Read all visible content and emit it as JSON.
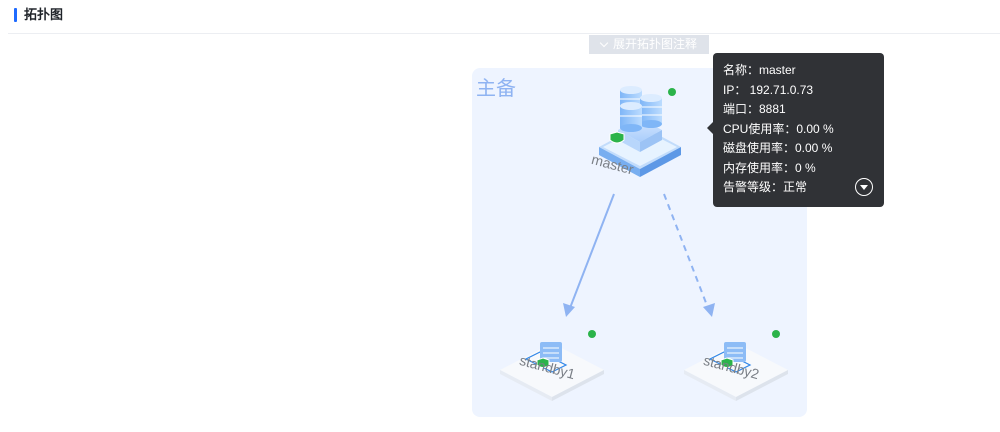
{
  "header": {
    "title": "拓扑图"
  },
  "toolbar": {
    "expand_label": "展开拓扑图注释"
  },
  "group": {
    "label": "主备"
  },
  "nodes": {
    "master": {
      "label": "master",
      "status_color": "#2bb34a"
    },
    "standby1": {
      "label": "standby1",
      "status_color": "#2bb34a"
    },
    "standby2": {
      "label": "standby2",
      "status_color": "#2bb34a"
    }
  },
  "tooltip": {
    "rows": [
      "名称：master",
      "IP： 192.71.0.73",
      "端口：8881",
      "CPU使用率：0.00 %",
      "磁盘使用率：0.00 %",
      "内存使用率：0 %",
      "告警等级：正常"
    ]
  },
  "colors": {
    "accent": "#1f6bff",
    "status_ok": "#2bb34a",
    "link": "#8fb3f2"
  }
}
